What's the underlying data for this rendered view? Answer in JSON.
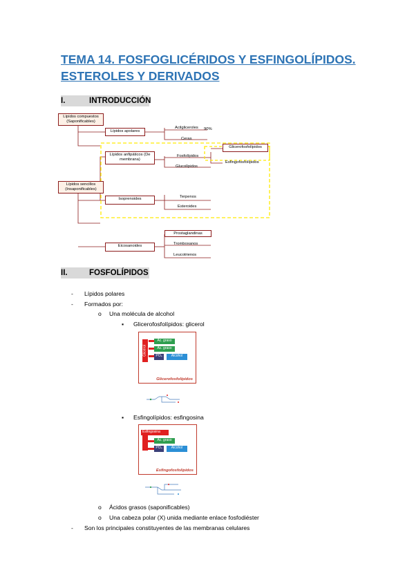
{
  "title": "TEMA 14. FOSFOGLICÉRIDOS Y ESFINGOLÍPIDOS. ESTEROLES Y DERIVADOS",
  "sections": {
    "intro": {
      "num": "I.",
      "title": "INTRODUCCIÓN"
    },
    "fosfo": {
      "num": "II.",
      "title": "FOSFOLÍPIDOS"
    }
  },
  "diagram": {
    "compuestos": "Lípidos compuestos (Saponificables)",
    "sencillos": "Lípidos sencillos (Insaponificables)",
    "apolares": "Lípidos apolares",
    "anfipaticos": "Lípidos anfipáticos (De membrana)",
    "isoprenoides": "Isoprenoides",
    "eicosanoides": "Eicosanoides",
    "acilgliceroles": "Acilgliceroles",
    "pct": "90%",
    "ceras": "Ceras",
    "fosfolipidos": "Fosfolípidos",
    "glucolipidos": "Glucolípidos",
    "glicerofosfolipidos": "Glicerofosfolípidos",
    "esfingofosfolipidos": "Esfingofosfolípidos",
    "terpenos": "Terpenos",
    "esteroides": "Esteroides",
    "prostaglandinas": "Prostaglandinas",
    "tromboxanos": "Tromboxanos",
    "leucotrienos": "Leucotrienos"
  },
  "list": {
    "item1": "Lípidos polares",
    "item2": "Formados por:",
    "sub1": "Una molécula de alcohol",
    "subsub1": "Glicerofosfolípidos: glicerol",
    "subsub2": "Esfingolípidos: esfingosina",
    "sub2": "Ácidos grasos (saponificables)",
    "sub3": "Una cabeza polar (X) unida mediante enlace fosfodiéster",
    "item3": "Son los principales constituyentes de las membranas celulares"
  },
  "markers": {
    "dash": "-",
    "circle": "o",
    "square": "▪"
  },
  "figure1": {
    "backbone": "Glicerol",
    "fa1": "Ác. graso",
    "fa2": "Ác. graso",
    "po4": "PO₄",
    "alcohol": "Alcohol",
    "caption": "Glicerofosfolípidos"
  },
  "figure2": {
    "backbone": "Esfingosina",
    "fa": "Ác. graso",
    "po4": "PO₄",
    "alcohol": "Alcohol",
    "caption": "Esfingofosfolípidos"
  },
  "colors": {
    "title": "#2E74B5",
    "red": "#e02020",
    "green": "#2e9e4f",
    "navy": "#3b3f78",
    "blue": "#2b8fd6",
    "yellow": "#ffeb00"
  }
}
